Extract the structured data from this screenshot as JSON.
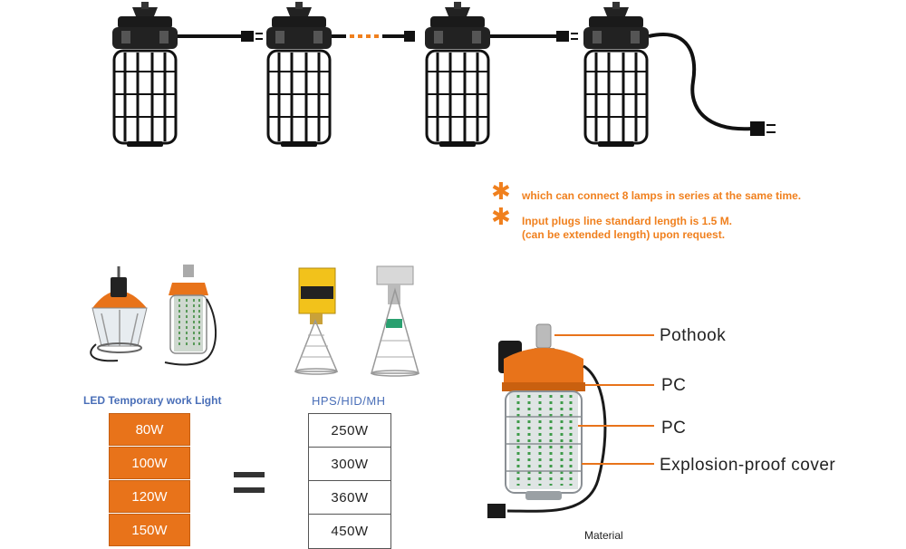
{
  "notes": [
    {
      "lines": [
        "which can connect 8 lamps in series at the same time."
      ],
      "icon": "asterisk-icon"
    },
    {
      "lines": [
        "Input plugs line standard length is 1.5 M.",
        "(can be extended length) upon request."
      ],
      "icon": "asterisk-icon"
    }
  ],
  "comparison": {
    "led_title": "LED Temporary work  Light",
    "hps_title": "HPS/HID/MH",
    "led_watts": [
      "80W",
      "100W",
      "120W",
      "150W"
    ],
    "hps_watts": [
      "250W",
      "300W",
      "360W",
      "450W"
    ],
    "equals_symbol": "="
  },
  "material": {
    "labels": [
      "Pothook",
      "PC",
      "PC",
      "Explosion-proof cover"
    ],
    "caption": "Material"
  },
  "colors": {
    "accent_orange": "#e8731a",
    "note_orange": "#f0801e",
    "title_blue": "#4a6fb8",
    "lamp_dark": "#222222"
  }
}
